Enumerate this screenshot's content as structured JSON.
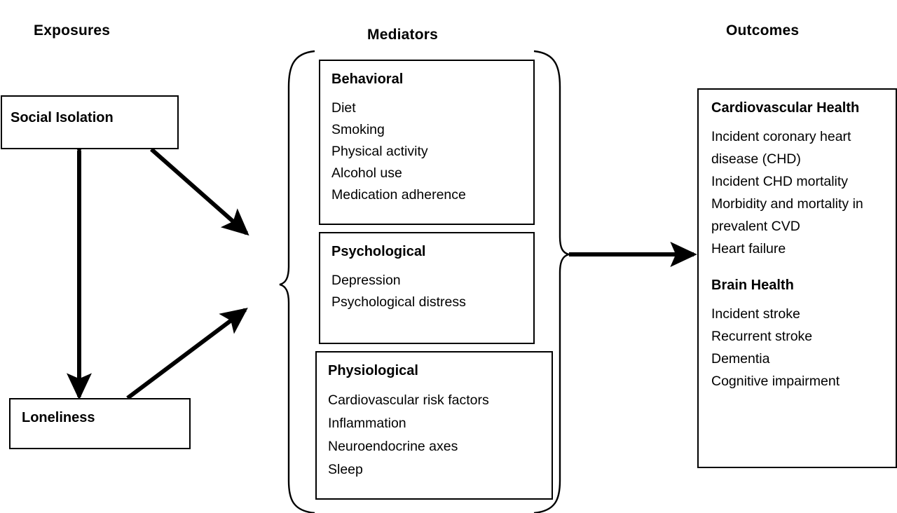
{
  "diagram": {
    "columns": {
      "exposures_title": "Exposures",
      "mediators_title": "Mediators",
      "outcomes_title": "Outcomes"
    },
    "exposures": [
      {
        "label": "Social Isolation"
      },
      {
        "label": "Loneliness"
      }
    ],
    "mediators": [
      {
        "heading": "Behavioral",
        "items": [
          "Diet",
          "Smoking",
          "Physical activity",
          "Alcohol use",
          "Medication adherence"
        ]
      },
      {
        "heading": "Psychological",
        "items": [
          "Depression",
          "Psychological distress"
        ]
      },
      {
        "heading": "Physiological",
        "items": [
          "Cardiovascular risk factors",
          "Inflammation",
          "Neuroendocrine axes",
          "Sleep"
        ]
      }
    ],
    "outcomes": [
      {
        "heading": "Cardiovascular Health",
        "items": [
          "Incident coronary heart disease (CHD)",
          "Incident CHD mortality",
          "Morbidity and mortality in prevalent CVD",
          "Heart failure"
        ]
      },
      {
        "heading": "Brain Health",
        "items": [
          "Incident stroke",
          "Recurrent stroke",
          "Dementia",
          "Cognitive impairment"
        ]
      }
    ],
    "connectors": [
      {
        "name": "social-isolation-to-loneliness",
        "style": "double-headed-vertical-arrow"
      },
      {
        "name": "social-isolation-to-mediators",
        "style": "diagonal-arrow-down-right"
      },
      {
        "name": "loneliness-to-mediators",
        "style": "diagonal-arrow-up-right"
      },
      {
        "name": "mediators-to-outcomes",
        "style": "horizontal-arrow-right"
      }
    ],
    "colors": {
      "stroke": "#000000",
      "background": "#ffffff",
      "text": "#000000"
    }
  }
}
